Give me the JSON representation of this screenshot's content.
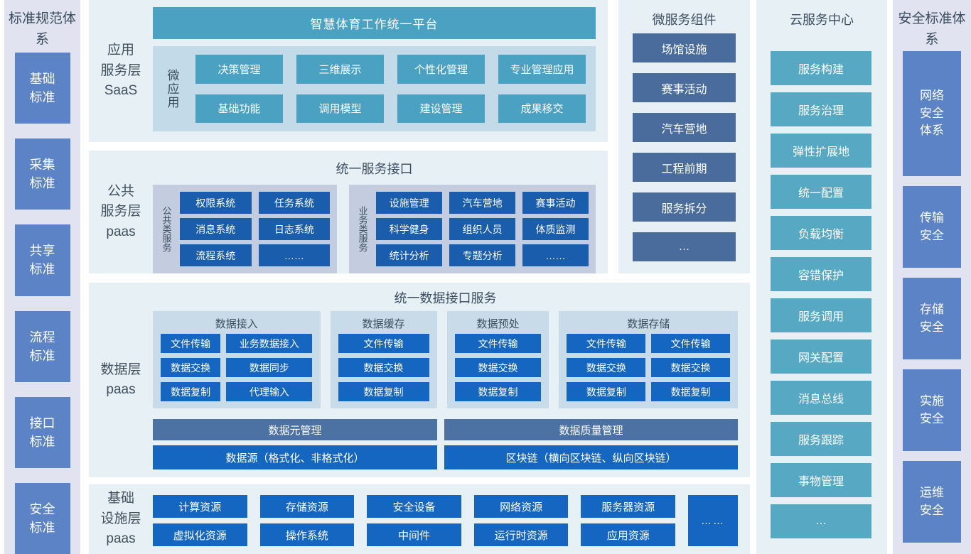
{
  "left_sidebar": {
    "title": "标准规范体系",
    "items": [
      "基础标准",
      "采集标准",
      "共享标准",
      "流程标准",
      "接口标准",
      "安全标准"
    ]
  },
  "saas": {
    "label_lines": [
      "应用",
      "服务层",
      "SaaS"
    ],
    "platform_title": "智慧体育工作统一平台",
    "micro_label": "微应用",
    "apps": [
      "决策管理",
      "三维展示",
      "个性化管理",
      "专业管理应用",
      "基础功能",
      "调用模型",
      "建设管理",
      "成果移交"
    ]
  },
  "service": {
    "label_lines": [
      "公共",
      "服务层",
      "paas"
    ],
    "title": "统一服务接口",
    "common_label": "公共类服务",
    "common_items": [
      "权限系统",
      "任务系统",
      "消息系统",
      "日志系统",
      "流程系统",
      "……"
    ],
    "business_label": "业务类服务",
    "business_items": [
      "设施管理",
      "汽车营地",
      "赛事活动",
      "科学健身",
      "组织人员",
      "体质监测",
      "统计分析",
      "专题分析",
      "……"
    ]
  },
  "data_layer": {
    "label_lines": [
      "数据层",
      "paas"
    ],
    "title": "统一数据接口服务",
    "groups": [
      {
        "title": "数据接入",
        "items": [
          "文件传输",
          "业务数据接入",
          "数据交换",
          "数据同步",
          "数据复制",
          "代理输入"
        ]
      },
      {
        "title": "数据缓存",
        "items": [
          "文件传输",
          "数据交换",
          "数据复制"
        ]
      },
      {
        "title": "数据预处",
        "items": [
          "文件传输",
          "数据交换",
          "数据复制"
        ]
      },
      {
        "title": "数据存储",
        "items": [
          "文件传输",
          "文件传输",
          "数据交换",
          "数据交换",
          "数据复制",
          "数据复制"
        ]
      }
    ],
    "manage_bars": [
      "数据元管理",
      "数据质量管理"
    ],
    "base_bars": [
      "数据源（格式化、非格式化）",
      "区块链（横向区块链、纵向区块链）"
    ]
  },
  "infra": {
    "label_lines": [
      "基础",
      "设施层",
      "paas"
    ],
    "items": [
      "计算资源",
      "存储资源",
      "安全设备",
      "网络资源",
      "服务器资源",
      "虚拟化资源",
      "操作系统",
      "中间件",
      "运行时资源",
      "应用资源"
    ],
    "more": "……"
  },
  "microservices": {
    "title": "微服务组件",
    "items": [
      "场馆设施",
      "赛事活动",
      "汽车营地",
      "工程前期",
      "服务拆分",
      "…"
    ]
  },
  "cloud": {
    "title": "云服务中心",
    "items": [
      "服务构建",
      "服务治理",
      "弹性扩展地",
      "统一配置",
      "负载均衡",
      "容错保护",
      "服务调用",
      "网关配置",
      "消息总线",
      "服务跟踪",
      "事物管理",
      "…"
    ]
  },
  "right_sidebar": {
    "title": "安全标准体系",
    "items": [
      "网络安全体系",
      "传输安全",
      "存储安全",
      "实施安全",
      "运维安全"
    ]
  },
  "colors": {
    "section_bg": "#e7f0f5",
    "sidebar_bg": "#e1e4f0",
    "sidebar_box": "#5b83c5",
    "teal": "#4ba1c2",
    "cloud_teal": "#56a8c3",
    "dark_blue": "#1a5dad",
    "bright_blue": "#1566c0",
    "slate_bar": "#4b72a3",
    "micro_slate": "#4a6c9c",
    "dark_text": "#3b4d60"
  }
}
